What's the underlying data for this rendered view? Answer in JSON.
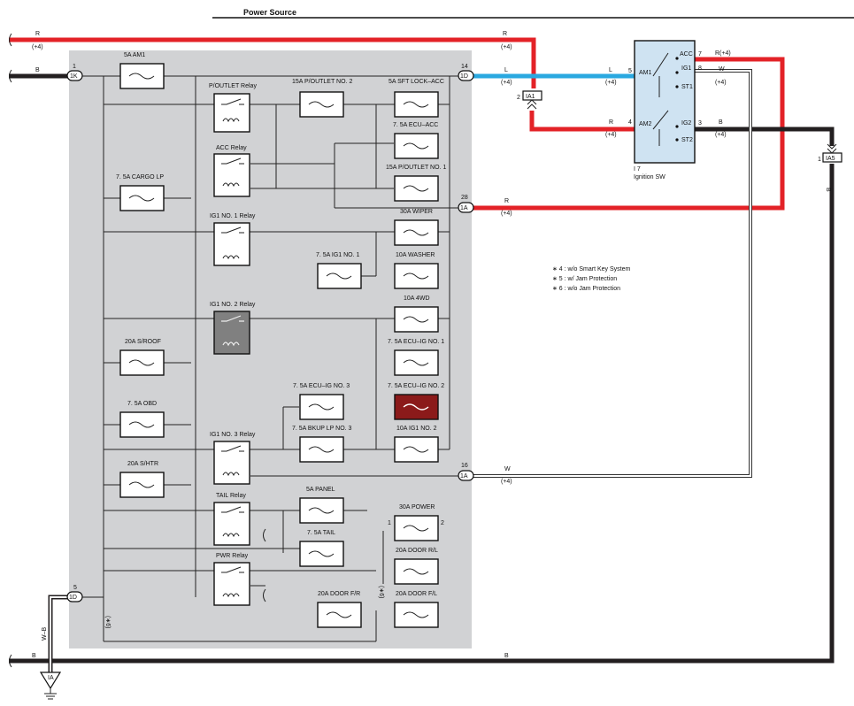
{
  "title": "Power Source",
  "wire_colors": {
    "red": "#e32227",
    "blue": "#2aa8e0",
    "black": "#231f20",
    "gray_panel": "#d1d2d4",
    "highlight_fuse": "#8b1a1a"
  },
  "wires": {
    "r_top": "R",
    "r_top_note": "(+4)",
    "b_top": "B",
    "r_right": "R",
    "r_right_note": "(+4)",
    "l_mid": "L",
    "l_mid_note": "(+4)",
    "l_right": "L",
    "l_right_note": "(+4)",
    "r_am2": "R",
    "r_am2_note": "(+4)",
    "acc_out": "R(+4)",
    "ig1_out": "W",
    "ig1_out_note": "(+4)",
    "ig2_out": "B",
    "ig2_out_note": "(+4)",
    "r_1a": "R",
    "r_1a_note": "(+4)",
    "w_1a": "W",
    "w_1a_note": "(+4)",
    "b_bottom_left": "B",
    "b_bottom_mid": "B",
    "b_vert": "B",
    "wb_ground": "W–B"
  },
  "connectors": {
    "k1_pin": "1",
    "k1": "1K",
    "d1_pin": "14",
    "d1": "1D",
    "a1_pin": "28",
    "a1": "1A",
    "a1b_pin": "16",
    "a1b": "1A",
    "d1b_pin": "5",
    "d1b": "1D",
    "ia1_pin": "2",
    "ia1": "IA1",
    "ia5_pin": "1",
    "ia5": "IA5",
    "ground": "IA"
  },
  "fuses": {
    "am1": "5A AM1",
    "poutlet2": "15A P/OUTLET NO. 2",
    "sftlock": "5A SFT LOCK–ACC",
    "ecuacc": "7. 5A ECU–ACC",
    "cargo": "7. 5A CARGO LP",
    "poutlet1": "15A P/OUTLET NO. 1",
    "wiper": "30A WIPER",
    "ig1no1": "7. 5A IG1 NO. 1",
    "washer": "10A WASHER",
    "4wd": "10A 4WD",
    "sroof": "20A S/ROOF",
    "ecuig1": "7. 5A ECU–IG NO. 1",
    "ecuig3": "7. 5A ECU–IG NO. 3",
    "ecuig2": "7. 5A ECU–IG NO. 2",
    "obd": "7. 5A OBD",
    "bkup": "7. 5A BKUP LP NO. 3",
    "ig1no2": "10A IG1 NO. 2",
    "shtr": "20A S/HTR",
    "panel": "5A PANEL",
    "power": "30A POWER",
    "power_pin1": "1",
    "power_pin2": "2",
    "tail": "7. 5A TAIL",
    "doorrl": "20A DOOR R/L",
    "doorfr": "20A DOOR F/R",
    "doorfl": "20A DOOR F/L"
  },
  "relays": {
    "poutlet": "P/OUTLET Relay",
    "acc": "ACC Relay",
    "ig1no1": "IG1 NO. 1 Relay",
    "ig1no2": "IG1 NO. 2 Relay",
    "ig1no3": "IG1 NO. 3 Relay",
    "tail": "TAIL Relay",
    "pwr": "PWR Relay"
  },
  "notes": {
    "n6_right": "(∗6)",
    "n6_left": "(∗6)"
  },
  "switch": {
    "id": "I 7",
    "name": "Ignition SW",
    "am1": "AM1",
    "am1_pin": "5",
    "am2": "AM2",
    "am2_pin": "4",
    "acc": "ACC",
    "acc_pin": "7",
    "ig1": "IG1",
    "ig1_pin": "8",
    "st1": "ST1",
    "ig2": "IG2",
    "ig2_pin": "3",
    "st2": "ST2"
  },
  "legend": [
    "∗ 4 : w/o Smart Key System",
    "∗ 5 : w/ Jam Protection",
    "∗ 6 : w/o Jam Protection"
  ]
}
